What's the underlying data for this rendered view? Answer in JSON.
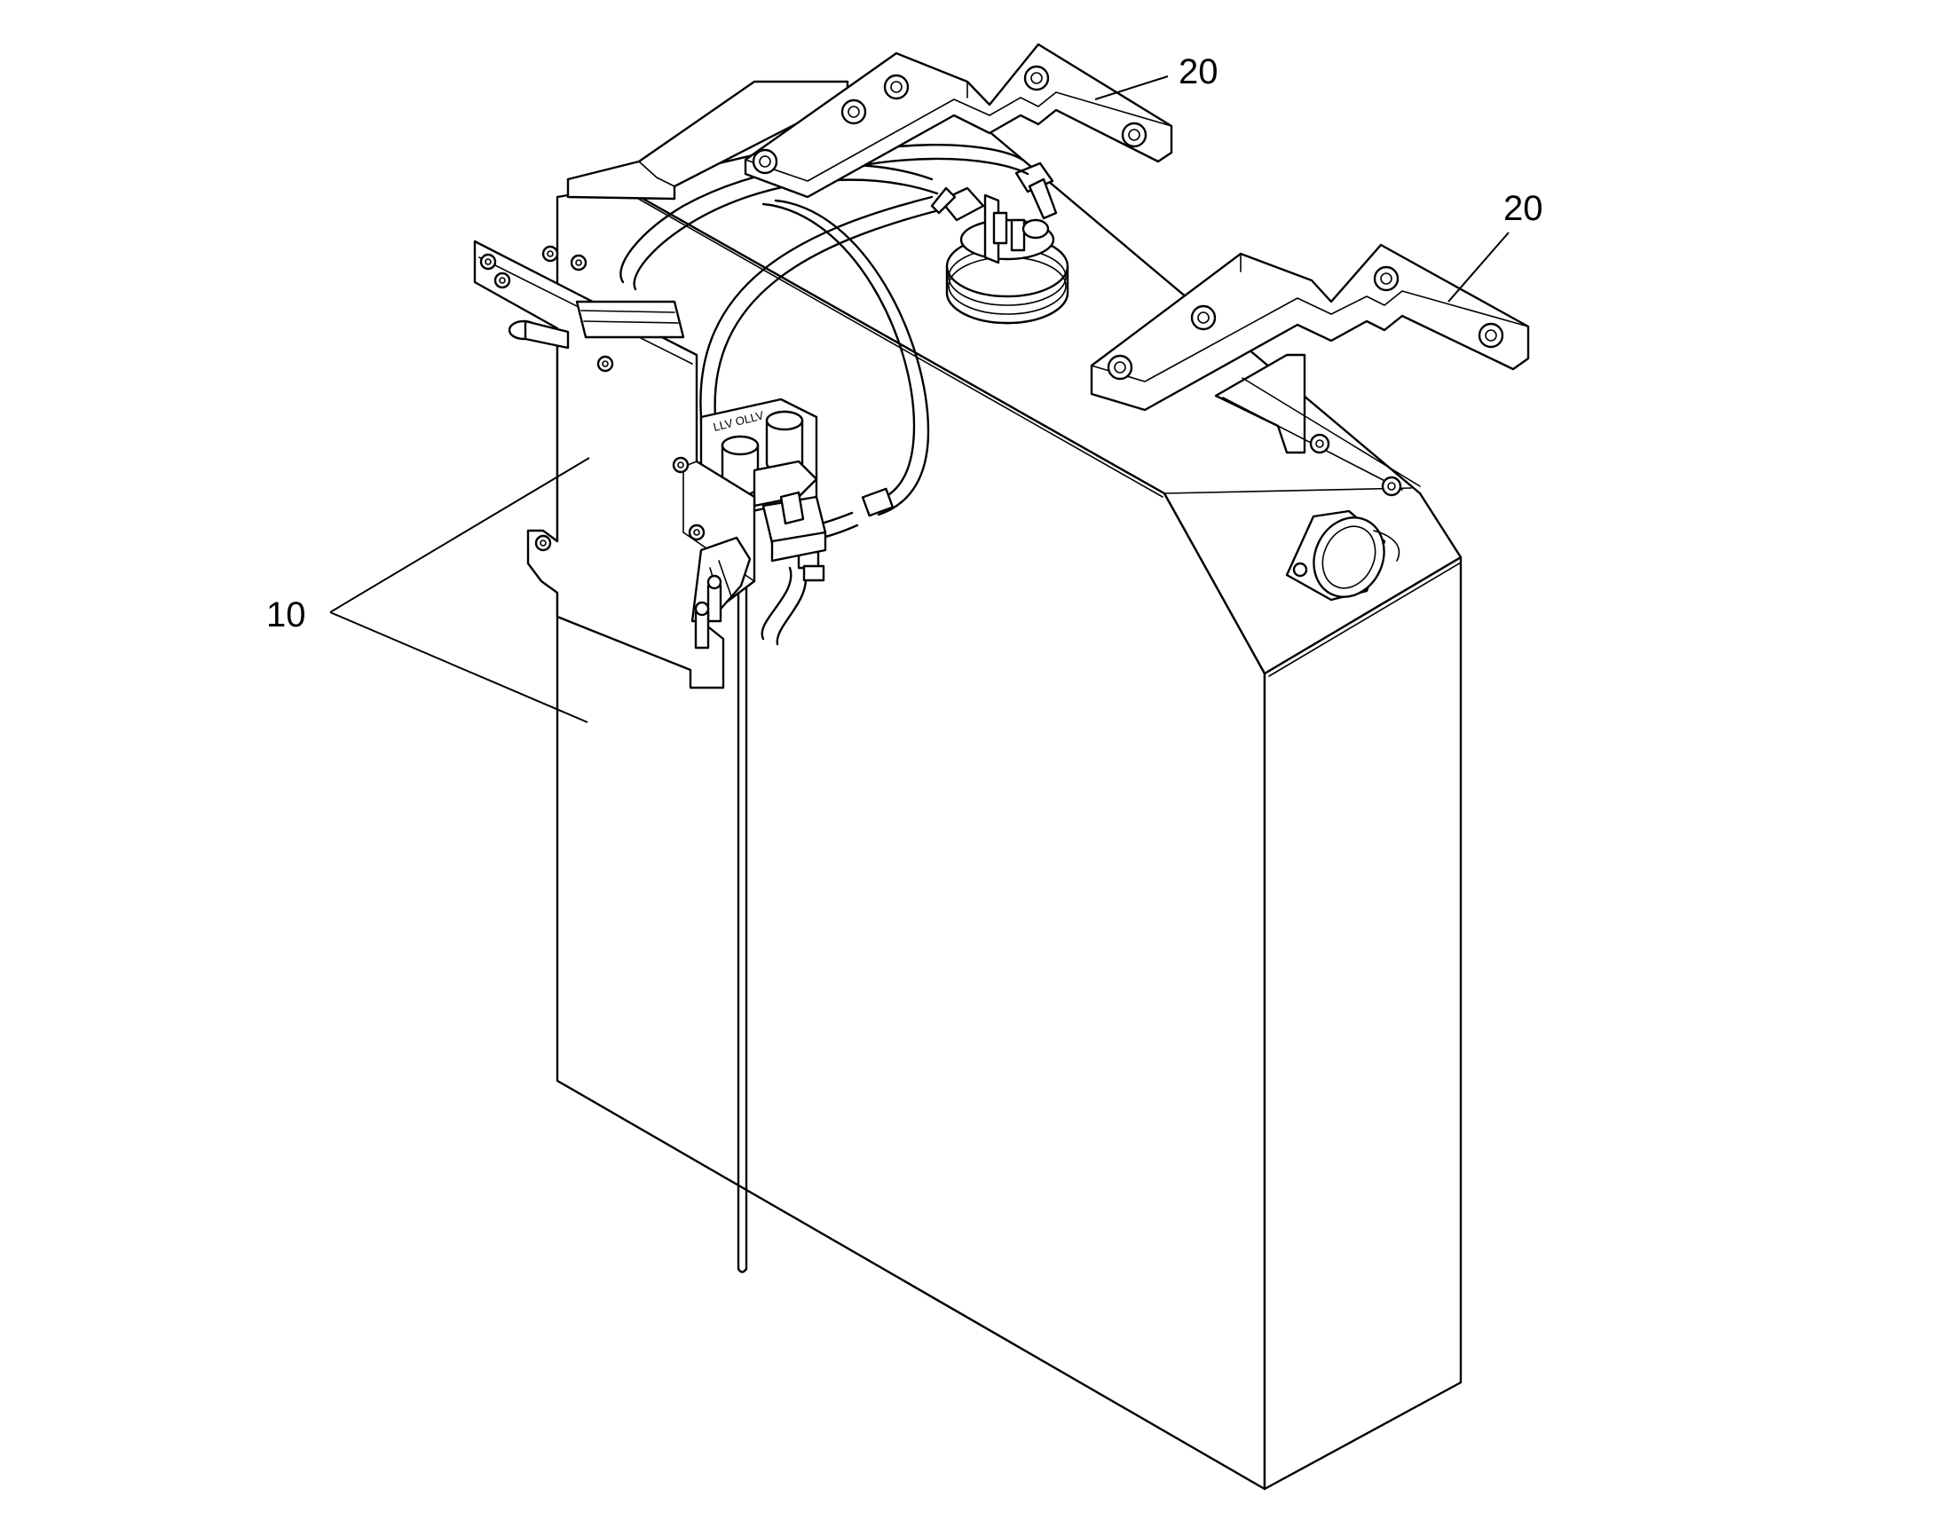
{
  "callouts": [
    {
      "id": "tank-assembly",
      "label": "10"
    },
    {
      "id": "bracket-left",
      "label": "20"
    },
    {
      "id": "bracket-right",
      "label": "20"
    }
  ],
  "valve_marking": "LLV OLLV"
}
